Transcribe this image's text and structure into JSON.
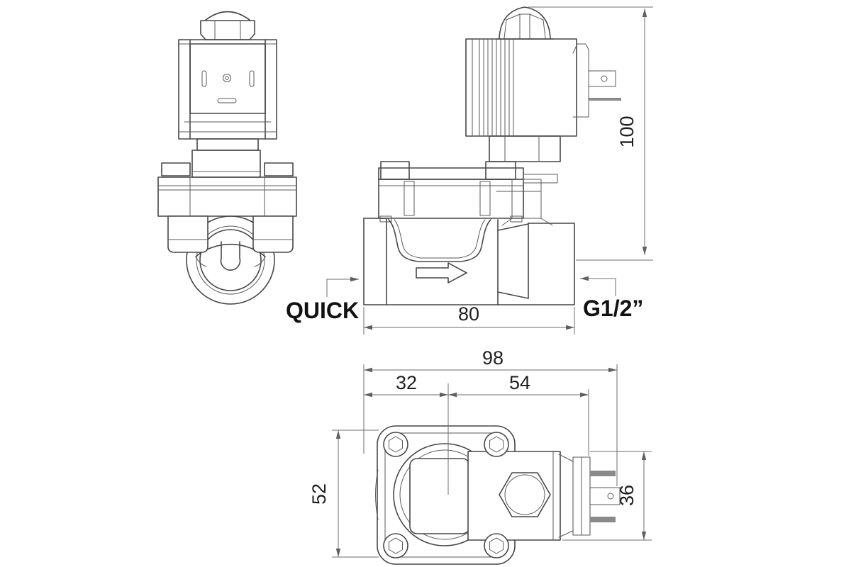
{
  "drawing": {
    "subject": "solenoid-valve-dimensional-drawing",
    "labels": {
      "port_left": "QUICK",
      "port_right": "G1/2”"
    },
    "dimensions": {
      "height_overall": "100",
      "length_body": "80",
      "width_overall": "98",
      "width_left": "32",
      "width_right": "54",
      "depth_body": "52",
      "depth_connector": "36"
    },
    "colors": {
      "background": "#ffffff",
      "line": "#474747",
      "dim_line": "#6e6e6e",
      "text": "#1f1f1f"
    }
  }
}
